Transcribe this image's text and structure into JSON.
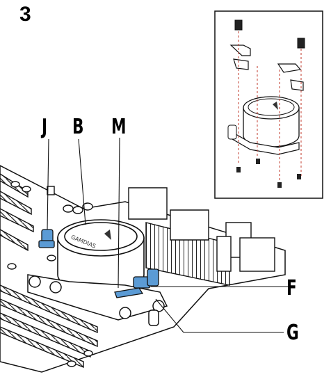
{
  "step_number": "3",
  "callouts": {
    "J": "J",
    "B": "B",
    "M": "M",
    "F": "F",
    "G": "G"
  },
  "pump_brand_text": "GAMDIAS",
  "colors": {
    "highlight_bracket": "#5b9bd5",
    "line": "#111111",
    "background": "#ffffff"
  }
}
